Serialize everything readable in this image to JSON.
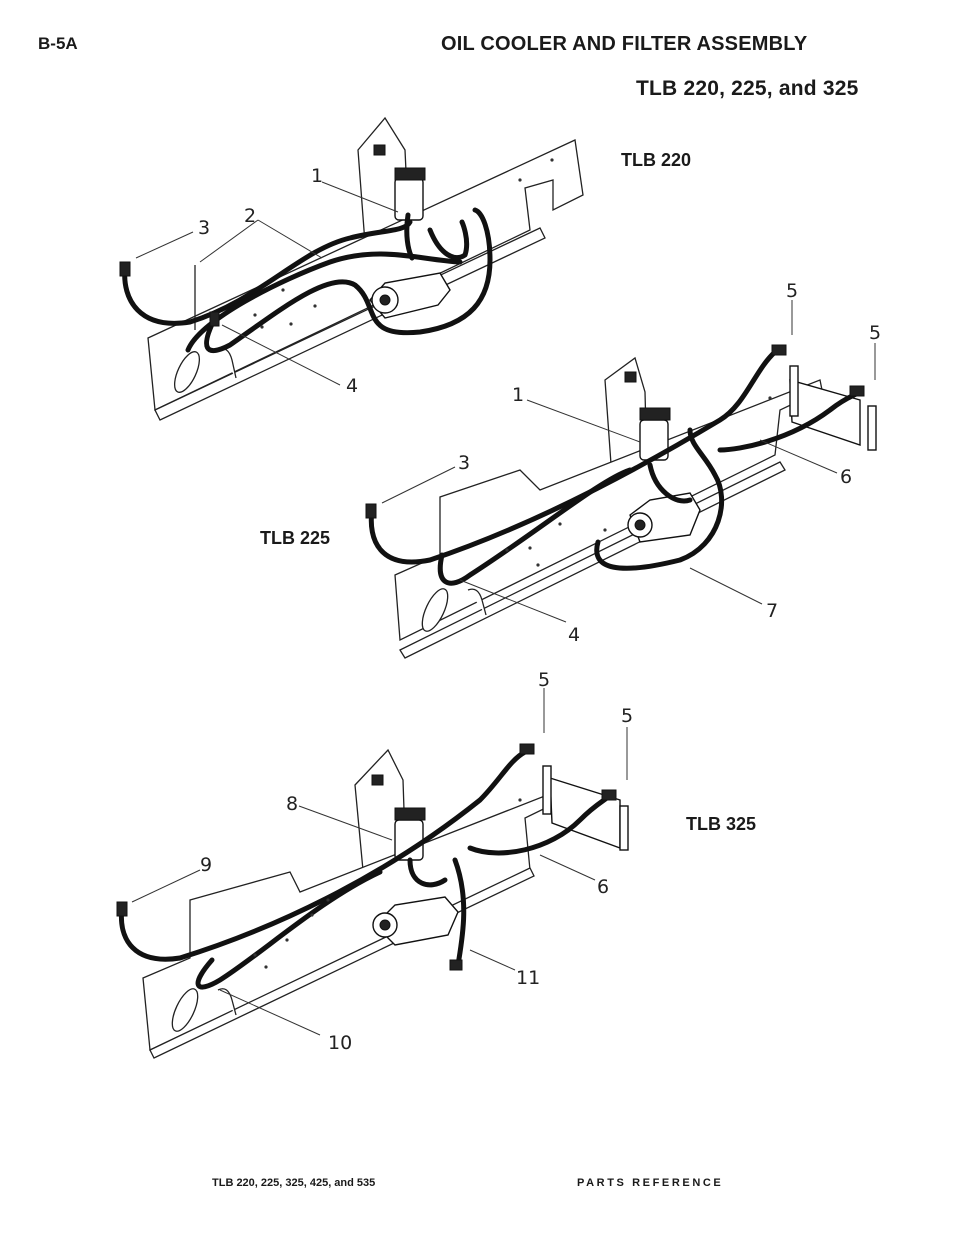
{
  "header": {
    "page_id": "B-5A",
    "title": "OIL COOLER AND FILTER ASSEMBLY",
    "subtitle": "TLB 220, 225, and 325"
  },
  "views": {
    "tlb220": {
      "label": "TLB 220",
      "callouts": {
        "c1": "1",
        "c2": "2",
        "c3": "3",
        "c4": "4"
      }
    },
    "tlb225": {
      "label": "TLB 225",
      "callouts": {
        "c1": "1",
        "c3": "3",
        "c4": "4",
        "c5a": "5",
        "c5b": "5",
        "c6": "6",
        "c7": "7"
      }
    },
    "tlb325": {
      "label": "TLB 325",
      "callouts": {
        "c5a": "5",
        "c5b": "5",
        "c6": "6",
        "c8": "8",
        "c9": "9",
        "c10": "10",
        "c11": "11"
      }
    }
  },
  "footer": {
    "models": "TLB 220, 225, 325, 425, and 535",
    "section": "PARTS REFERENCE"
  }
}
